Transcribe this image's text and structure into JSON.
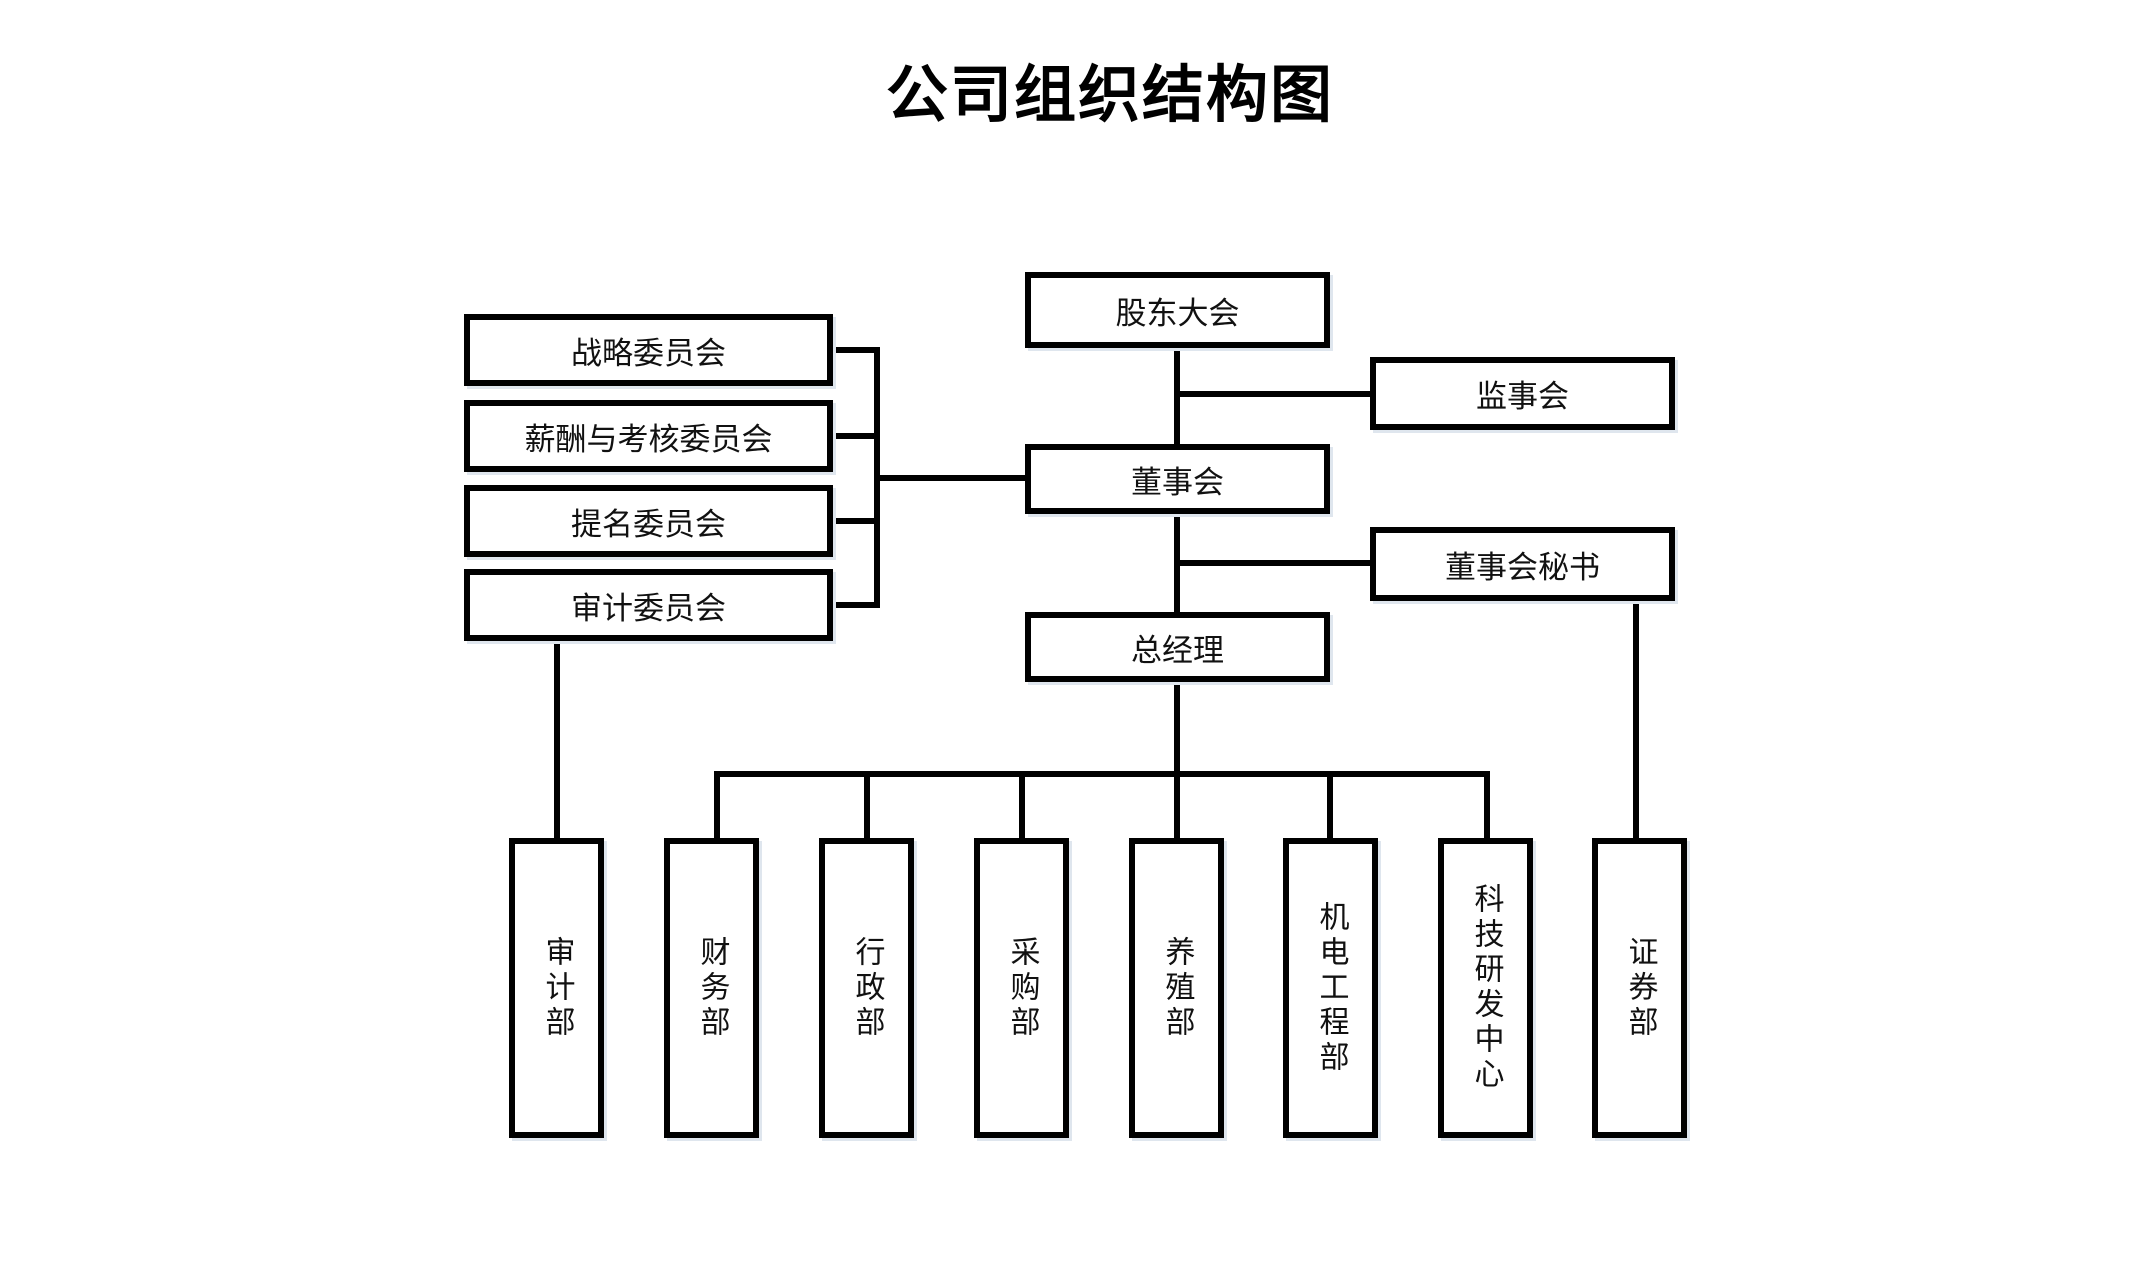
{
  "title": "公司组织结构图",
  "nodes": {
    "shareholders_meeting": "股东大会",
    "supervisory_board": "监事会",
    "board_of_directors": "董事会",
    "board_secretary": "董事会秘书",
    "general_manager": "总经理"
  },
  "committees": [
    "战略委员会",
    "薪酬与考核委员会",
    "提名委员会",
    "审计委员会"
  ],
  "departments": [
    "审计部",
    "财务部",
    "行政部",
    "采购部",
    "养殖部",
    "机电工程部",
    "科技研发中心",
    "证券部"
  ]
}
